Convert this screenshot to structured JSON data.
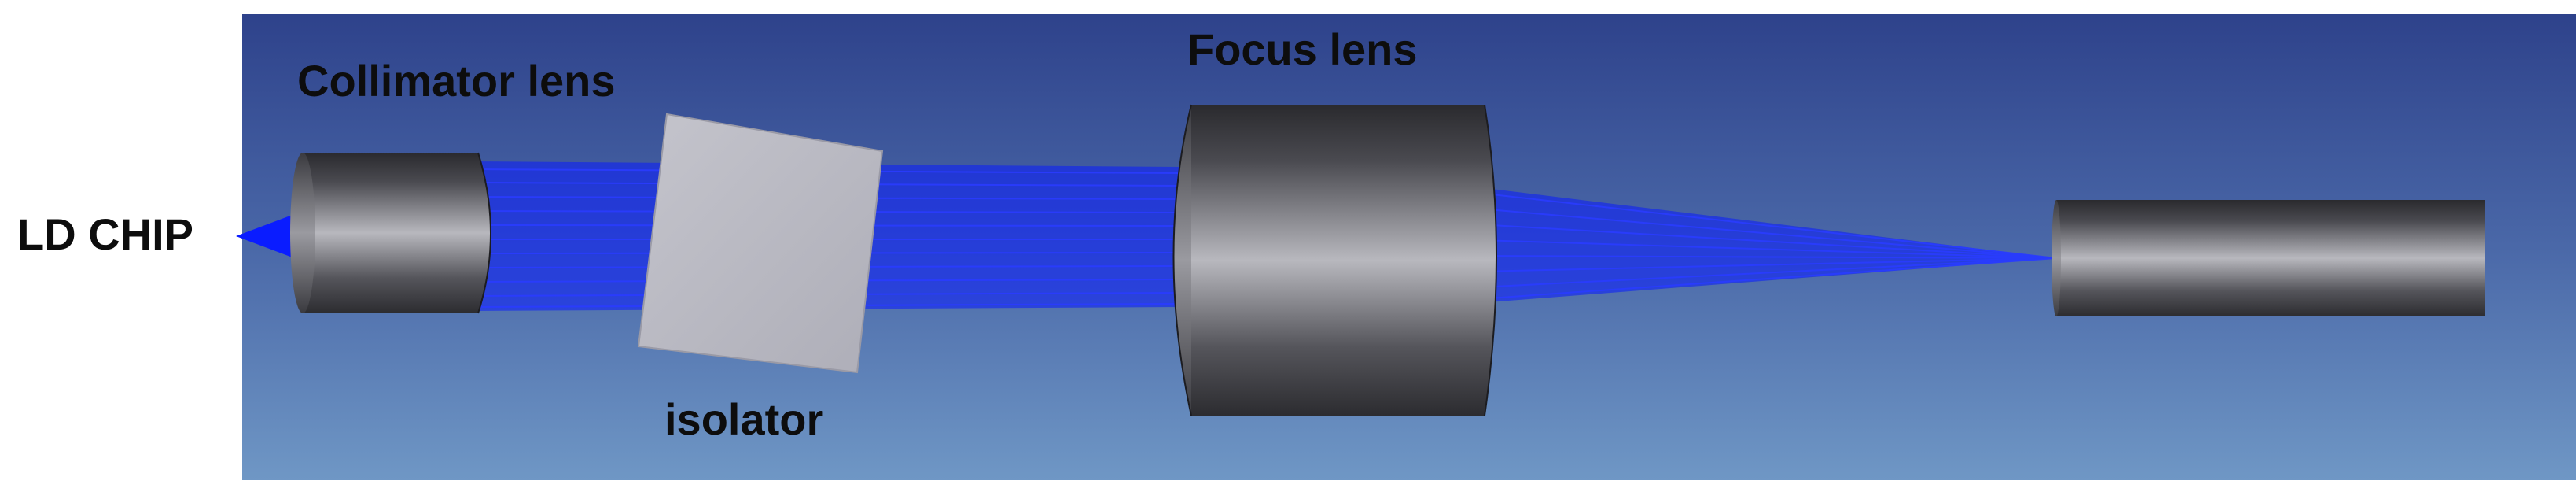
{
  "labels": {
    "ld_chip": "LD CHIP",
    "collimator_lens": "Collimator lens",
    "isolator": "isolator",
    "focus_lens": "Focus lens"
  },
  "colors": {
    "background_top": "#2f448e",
    "background_bottom": "#6e95c4",
    "beam": "#0a1cff",
    "isolator": "#bcbcc6",
    "lens_metal": "#8a8a90"
  },
  "components": [
    "LD CHIP",
    "Collimator lens",
    "isolator",
    "Focus lens",
    "fiber"
  ]
}
